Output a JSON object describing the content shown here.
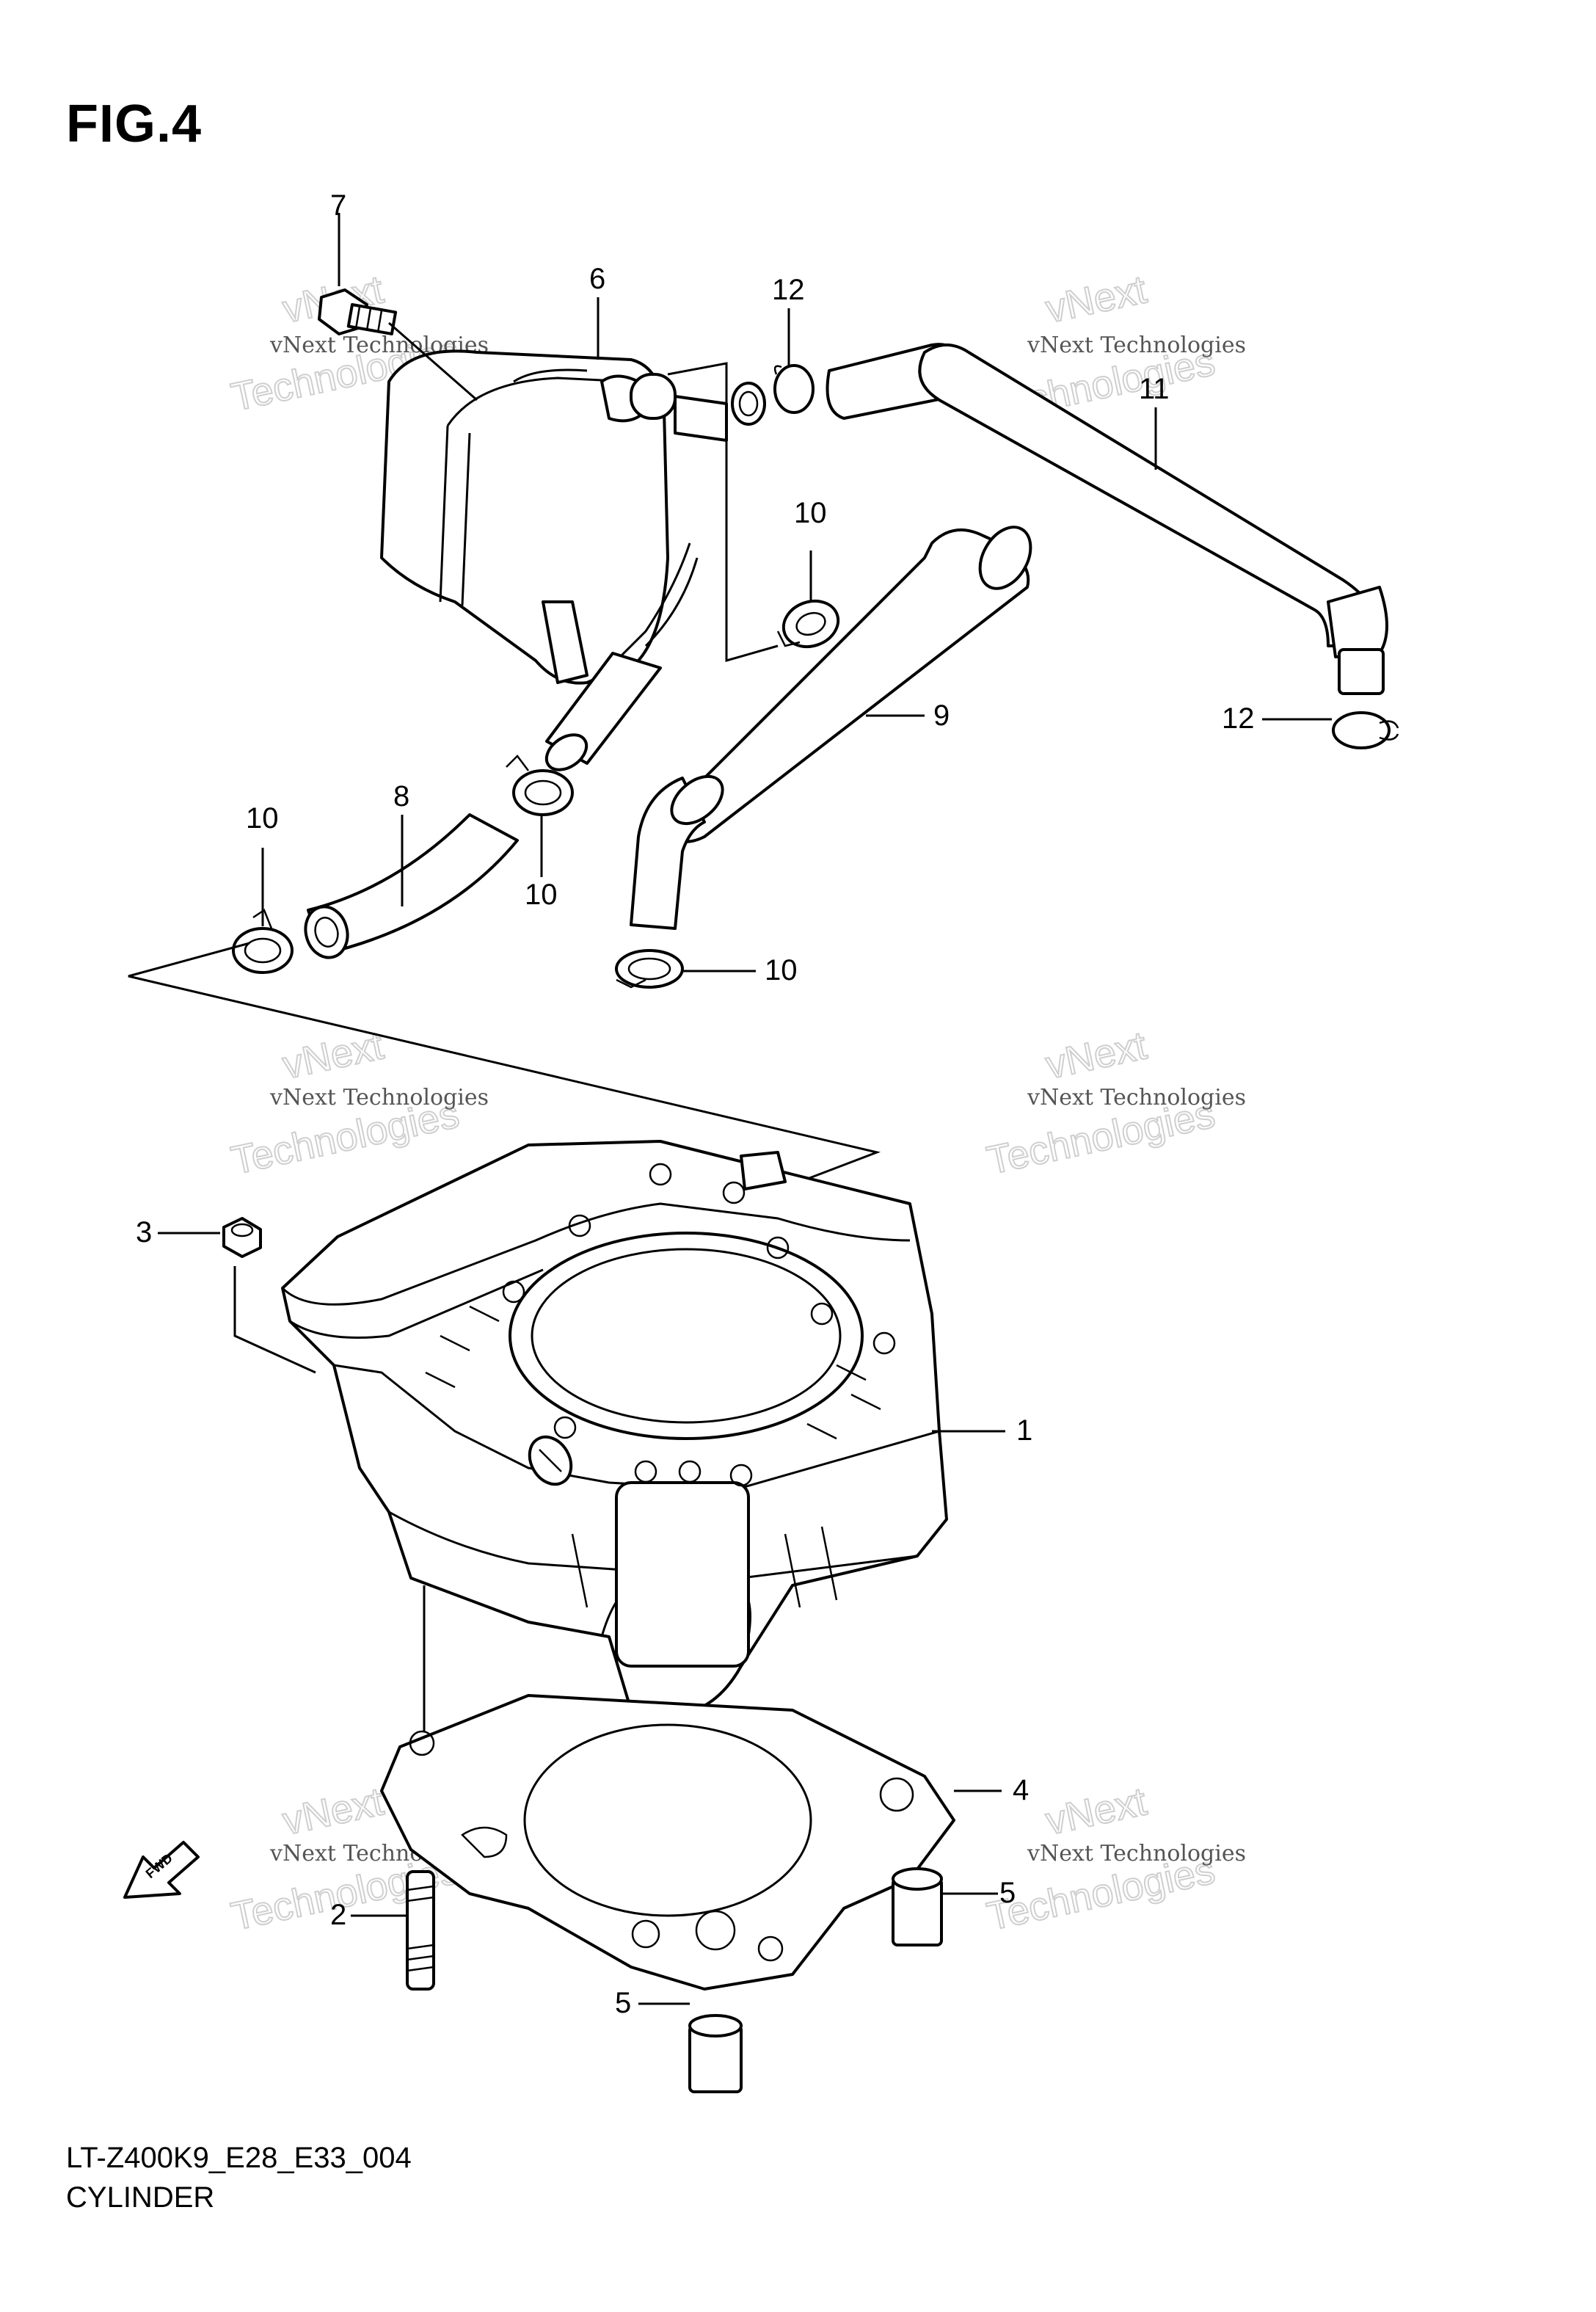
{
  "figure": {
    "title": "FIG.4",
    "footer_code": "LT-Z400K9_E28_E33_004",
    "footer_name": "CYLINDER",
    "fwd_label": "FWD"
  },
  "callouts": [
    {
      "id": "c1",
      "label": "1"
    },
    {
      "id": "c2",
      "label": "2"
    },
    {
      "id": "c3",
      "label": "3"
    },
    {
      "id": "c4",
      "label": "4"
    },
    {
      "id": "c5a",
      "label": "5"
    },
    {
      "id": "c5b",
      "label": "5"
    },
    {
      "id": "c6",
      "label": "6"
    },
    {
      "id": "c7",
      "label": "7"
    },
    {
      "id": "c8",
      "label": "8"
    },
    {
      "id": "c9",
      "label": "9"
    },
    {
      "id": "c10a",
      "label": "10"
    },
    {
      "id": "c10b",
      "label": "10"
    },
    {
      "id": "c10c",
      "label": "10"
    },
    {
      "id": "c10d",
      "label": "10"
    },
    {
      "id": "c11",
      "label": "11"
    },
    {
      "id": "c12a",
      "label": "12"
    },
    {
      "id": "c12b",
      "label": "12"
    }
  ],
  "watermark": {
    "line1": "vNext Technologies",
    "big_top": "vNext",
    "big_bottom": "Technologies"
  }
}
